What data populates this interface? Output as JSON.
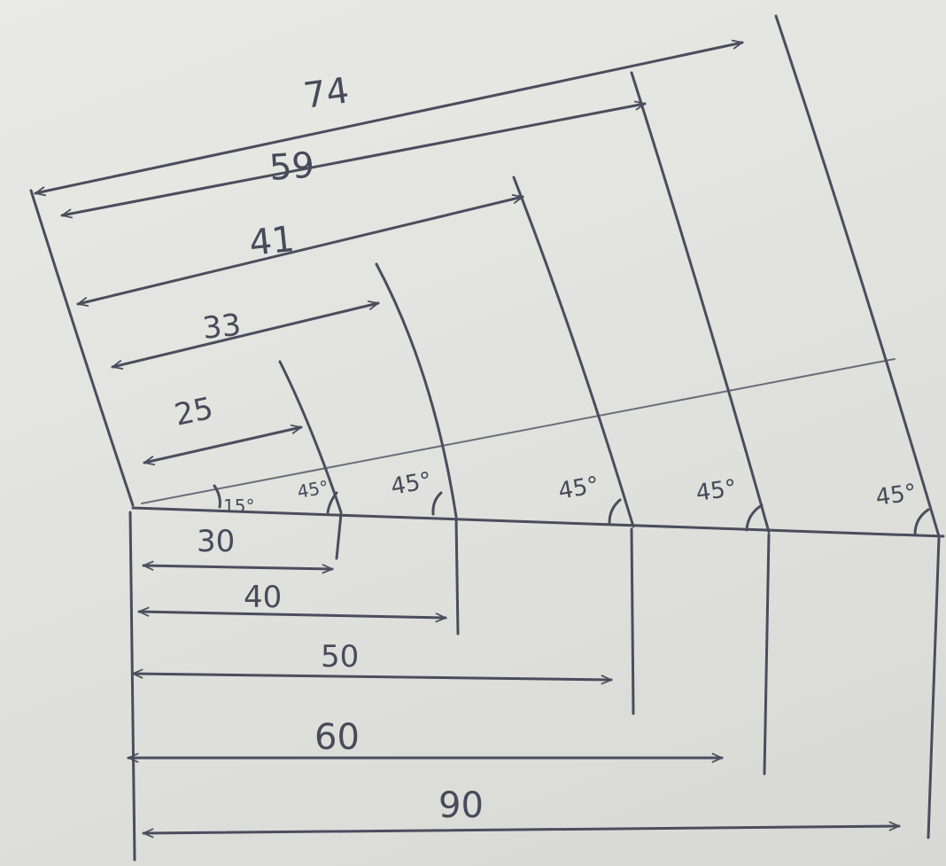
{
  "upper_dimensions": [
    {
      "label": "74"
    },
    {
      "label": "59"
    },
    {
      "label": "41"
    },
    {
      "label": "33"
    },
    {
      "label": "25"
    }
  ],
  "lower_dimensions": [
    {
      "label": "30"
    },
    {
      "label": "40"
    },
    {
      "label": "50"
    },
    {
      "label": "60"
    },
    {
      "label": "90"
    }
  ],
  "angles": [
    {
      "label": "15°"
    },
    {
      "label": "45°"
    },
    {
      "label": "45°"
    },
    {
      "label": "45°"
    },
    {
      "label": "45°"
    },
    {
      "label": "45°"
    }
  ],
  "colors": {
    "ink": "#4a4e5c",
    "paper": "#e6e6e3"
  }
}
